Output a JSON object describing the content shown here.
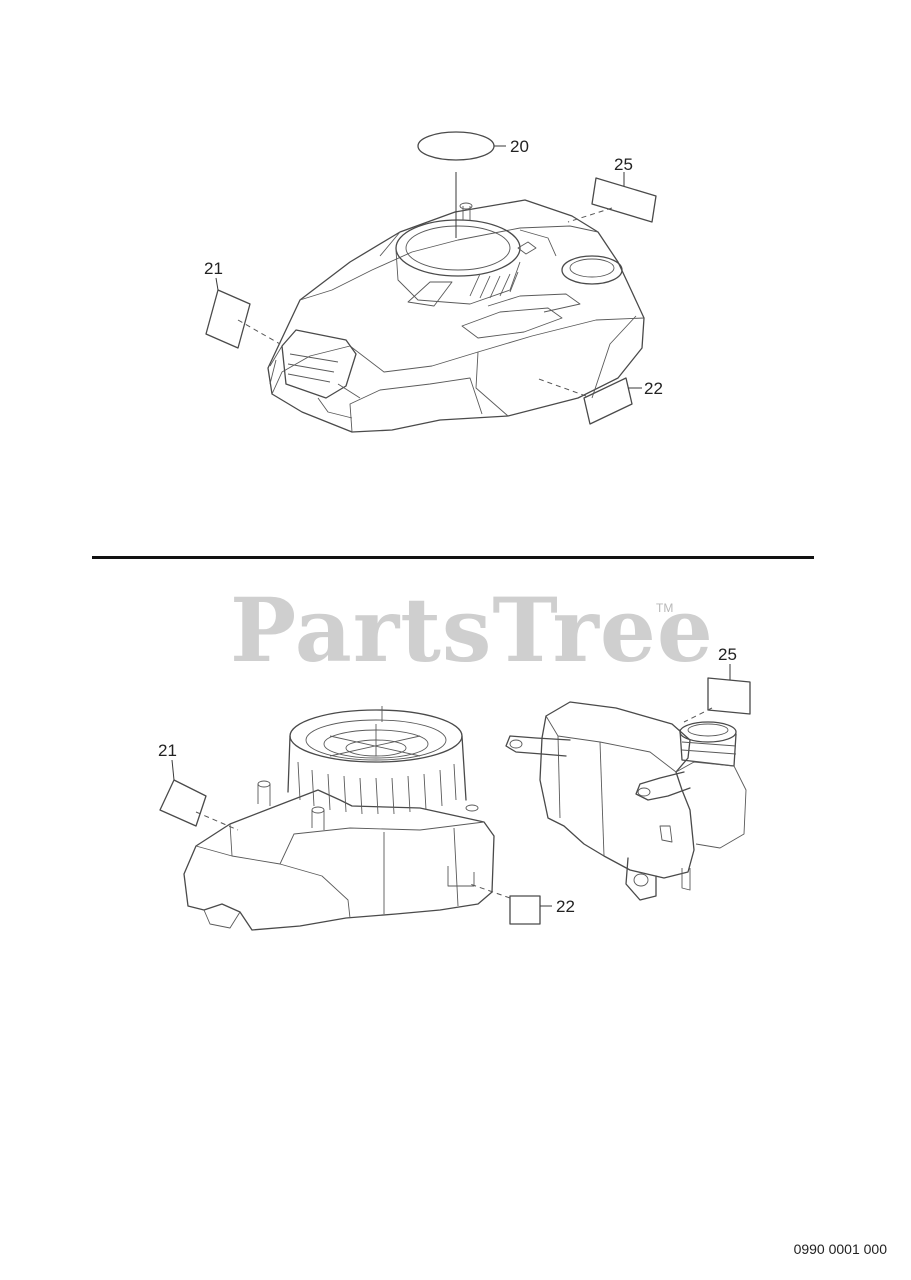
{
  "top_assembly": {
    "callouts": [
      "20",
      "21",
      "22",
      "25"
    ]
  },
  "bottom_assembly": {
    "callouts": [
      "21",
      "22",
      "25"
    ]
  },
  "watermark": {
    "text": "PartsTree",
    "mark": "TM"
  },
  "document_number": "0990 0001 000"
}
